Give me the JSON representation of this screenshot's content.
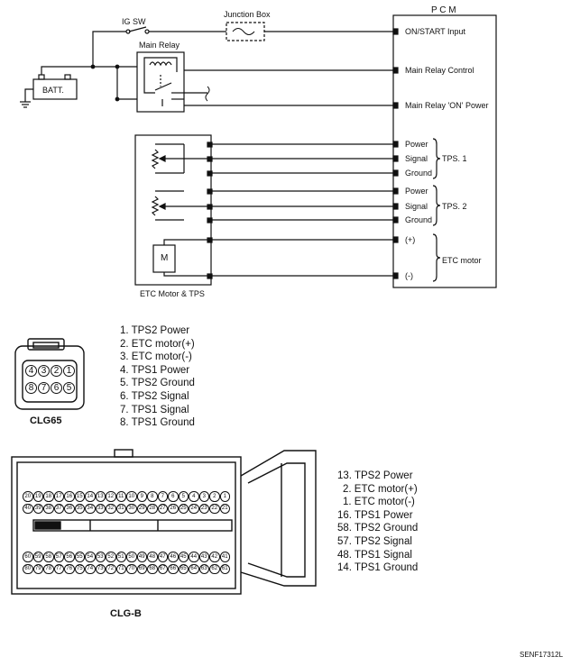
{
  "schematic": {
    "ig_sw": "IG SW",
    "junction_box": "Junction Box",
    "pcm": "P C M",
    "main_relay": "Main Relay",
    "batt": "BATT.",
    "etc_motor_tps": "ETC Motor & TPS",
    "motor_symbol": "M",
    "pcm_pins": {
      "on_start": "ON/START Input",
      "main_relay_control": "Main Relay Control",
      "main_relay_on_power": "Main Relay 'ON' Power",
      "tps1_power": "Power",
      "tps1_signal": "Signal",
      "tps1_ground": "Ground",
      "tps2_power": "Power",
      "tps2_signal": "Signal",
      "tps2_ground": "Ground",
      "etc_plus": "(+)",
      "etc_minus": "(-)"
    },
    "groups": {
      "tps1": "TPS. 1",
      "tps2": "TPS. 2",
      "etc_motor": "ETC motor"
    }
  },
  "clg65": {
    "title": "CLG65",
    "pins_top": [
      "4",
      "3",
      "2",
      "1"
    ],
    "pins_bottom": [
      "8",
      "7",
      "6",
      "5"
    ],
    "legend": [
      "1. TPS2 Power",
      "2. ETC motor(+)",
      "3. ETC motor(-)",
      "4. TPS1 Power",
      "5. TPS2 Ground",
      "6. TPS2 Signal",
      "7. TPS1 Signal",
      "8. TPS1 Ground"
    ]
  },
  "clgb": {
    "title": "CLG-B",
    "row1": [
      "20",
      "19",
      "18",
      "17",
      "16",
      "15",
      "14",
      "13",
      "12",
      "11",
      "10",
      "9",
      "8",
      "7",
      "6",
      "5",
      "4",
      "3",
      "2",
      "1"
    ],
    "row2": [
      "40",
      "39",
      "38",
      "37",
      "36",
      "35",
      "34",
      "33",
      "32",
      "31",
      "30",
      "29",
      "28",
      "27",
      "26",
      "25",
      "24",
      "23",
      "22",
      "21"
    ],
    "row3": [
      "60",
      "59",
      "58",
      "57",
      "56",
      "55",
      "54",
      "53",
      "52",
      "51",
      "50",
      "49",
      "48",
      "47",
      "46",
      "45",
      "44",
      "43",
      "42",
      "41"
    ],
    "row4": [
      "80",
      "79",
      "78",
      "77",
      "76",
      "75",
      "74",
      "73",
      "72",
      "71",
      "70",
      "69",
      "68",
      "67",
      "66",
      "65",
      "64",
      "63",
      "62",
      "61"
    ],
    "legend": [
      "13. TPS2 Power",
      "2. ETC motor(+)",
      "1. ETC motor(-)",
      "16. TPS1 Power",
      "58. TPS2 Ground",
      "57. TPS2 Signal",
      "48. TPS1 Signal",
      "14. TPS1 Ground"
    ]
  },
  "figure_code": "SENF17312L"
}
